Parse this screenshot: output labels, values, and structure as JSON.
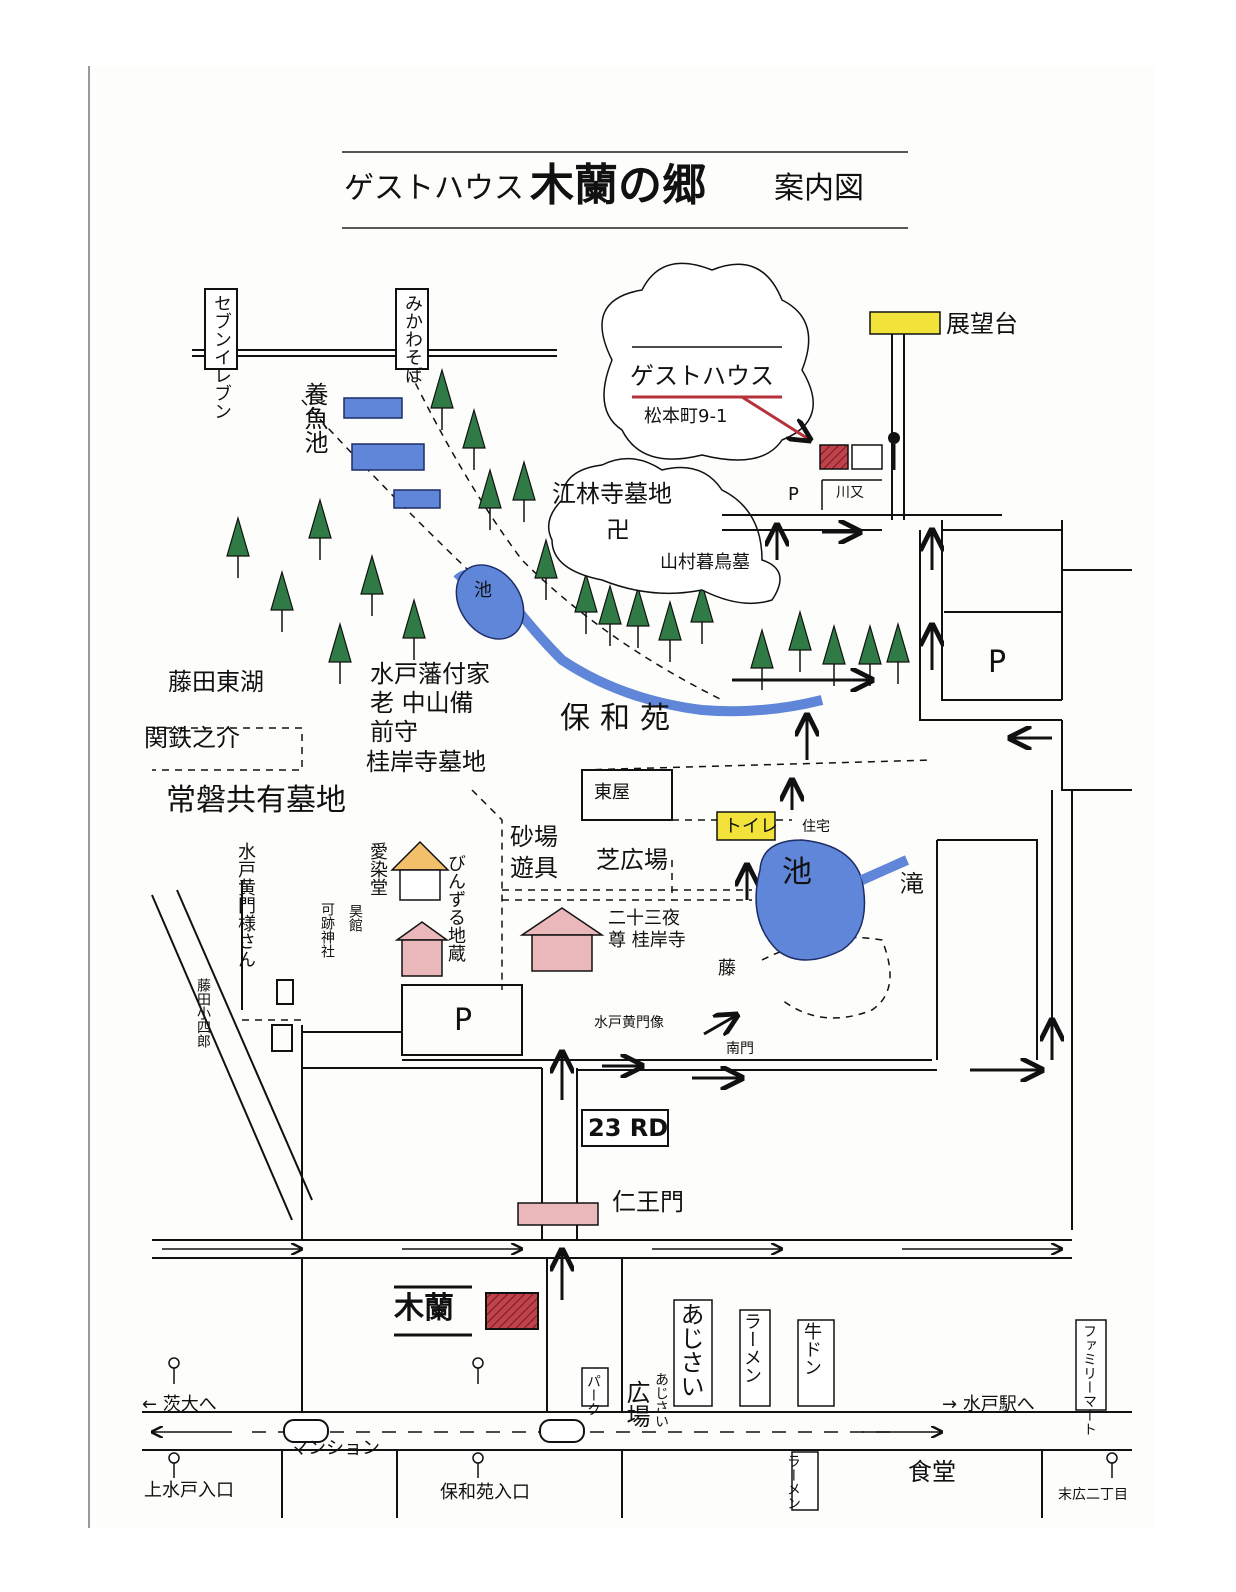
{
  "title": {
    "prefix": "ゲストハウス",
    "name": "木蘭の郷",
    "suffix": "案内図"
  },
  "landmarks": {
    "seven_eleven": "セブンイレブン",
    "mikawa_soba": "みかわそば",
    "observatory": "展望台",
    "guesthouse": "ゲストハウス",
    "address": "松本町9-1",
    "kawasu": "川又",
    "parking_p": "P",
    "korinji_cemetery": "江林寺墓地",
    "manji": "卍",
    "yamamura_grave": "山村暮鳥墓",
    "koi_pond": "養魚池",
    "pond": "池",
    "fujita_toko": "藤田東湖",
    "seki_tetsunosuke": "関鉄之介",
    "tokiwa_cemetery": "常磐共有墓地",
    "nakayama_bizen": "水戸藩付家老 中山備前守",
    "keiganji_cemetery": "桂岸寺墓地",
    "howaen": "保和苑",
    "azumaya": "東屋",
    "toilet": "トイレ",
    "jutaku": "住宅",
    "sunaba_yugu": "砂場 遊具",
    "shibahiroba": "芝広場",
    "waterfall": "滝",
    "mito_komon": "水戸黄門様さん",
    "aisenbo": "愛染堂",
    "binzuru_jizo": "びんずる地蔵",
    "kashiwa_jinja": "可跡神社",
    "kaikan": "昊館",
    "nijuuya_keiganji": "二十三夜尊 桂岸寺",
    "fuji": "藤",
    "fujita_koshiro": "藤田小四郎",
    "mito_komon_statue": "水戸黄門像",
    "minami_mon": "南門",
    "rd23": "23 RD",
    "niomon": "仁王門",
    "mokuran": "木蘭",
    "hiroba": "広場",
    "ajisai": "あじさい",
    "ajisai_small": "あじさい",
    "park": "パーク",
    "ramen1": "ラーメン",
    "gyudon": "牛ドン",
    "familymart": "ファミリーマート",
    "to_ibaraki_univ": "← 茨大へ",
    "to_mito_station": "→ 水戸駅へ",
    "kami_mito": "上水戸入口",
    "mansion": "マンション",
    "howaen_entrance": "保和苑入口",
    "ramen2": "ラーメン",
    "shokudo": "食堂",
    "suehiro": "末広二丁目"
  },
  "colors": {
    "tree": "#2f7a45",
    "pond_blue": "#5f86d8",
    "yellow": "#f2e23a",
    "pink": "#eab7bb",
    "mokuran_red": "#b7313a",
    "road_ink": "#111111"
  }
}
